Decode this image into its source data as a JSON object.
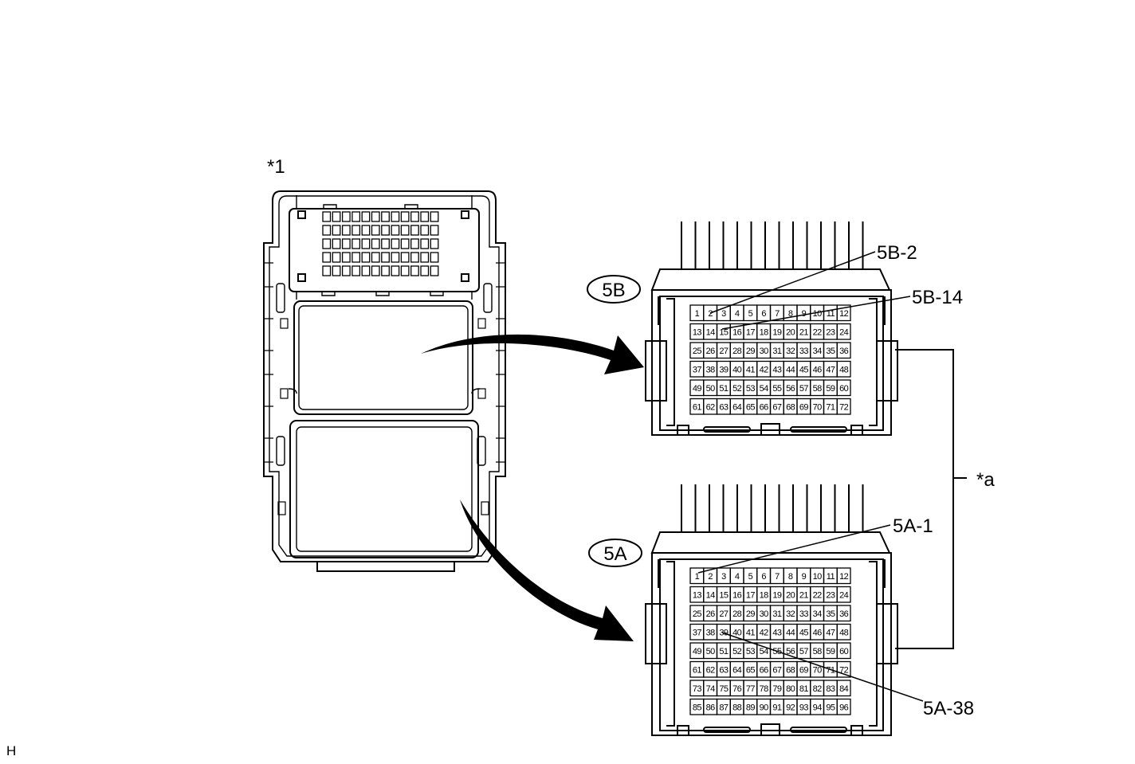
{
  "labels": {
    "ecu_marker": "*1",
    "a_marker": "*a",
    "corner_code": "H"
  },
  "connectors": {
    "c5B": {
      "id": "5B",
      "callouts": [
        "5B-2",
        "5B-14"
      ],
      "pin_rows": [
        [
          "1",
          "2",
          "3",
          "4",
          "5",
          "6",
          "7",
          "8",
          "9",
          "10",
          "11",
          "12"
        ],
        [
          "13",
          "14",
          "15",
          "16",
          "17",
          "18",
          "19",
          "20",
          "21",
          "22",
          "23",
          "24"
        ],
        [
          "25",
          "26",
          "27",
          "28",
          "29",
          "30",
          "31",
          "32",
          "33",
          "34",
          "35",
          "36"
        ],
        [
          "37",
          "38",
          "39",
          "40",
          "41",
          "42",
          "43",
          "44",
          "45",
          "46",
          "47",
          "48"
        ],
        [
          "49",
          "50",
          "51",
          "52",
          "53",
          "54",
          "55",
          "56",
          "57",
          "58",
          "59",
          "60"
        ],
        [
          "61",
          "62",
          "63",
          "64",
          "65",
          "66",
          "67",
          "68",
          "69",
          "70",
          "71",
          "72"
        ]
      ]
    },
    "c5A": {
      "id": "5A",
      "callouts": [
        "5A-1",
        "5A-38"
      ],
      "pin_rows": [
        [
          "1",
          "2",
          "3",
          "4",
          "5",
          "6",
          "7",
          "8",
          "9",
          "10",
          "11",
          "12"
        ],
        [
          "13",
          "14",
          "15",
          "16",
          "17",
          "18",
          "19",
          "20",
          "21",
          "22",
          "23",
          "24"
        ],
        [
          "25",
          "26",
          "27",
          "28",
          "29",
          "30",
          "31",
          "32",
          "33",
          "34",
          "35",
          "36"
        ],
        [
          "37",
          "38",
          "39",
          "40",
          "41",
          "42",
          "43",
          "44",
          "45",
          "46",
          "47",
          "48"
        ],
        [
          "49",
          "50",
          "51",
          "52",
          "53",
          "54",
          "55",
          "56",
          "57",
          "58",
          "59",
          "60"
        ],
        [
          "61",
          "62",
          "63",
          "64",
          "65",
          "66",
          "67",
          "68",
          "69",
          "70",
          "71",
          "72"
        ],
        [
          "73",
          "74",
          "75",
          "76",
          "77",
          "78",
          "79",
          "80",
          "81",
          "82",
          "83",
          "84"
        ],
        [
          "85",
          "86",
          "87",
          "88",
          "89",
          "90",
          "91",
          "92",
          "93",
          "94",
          "95",
          "96"
        ]
      ]
    }
  }
}
